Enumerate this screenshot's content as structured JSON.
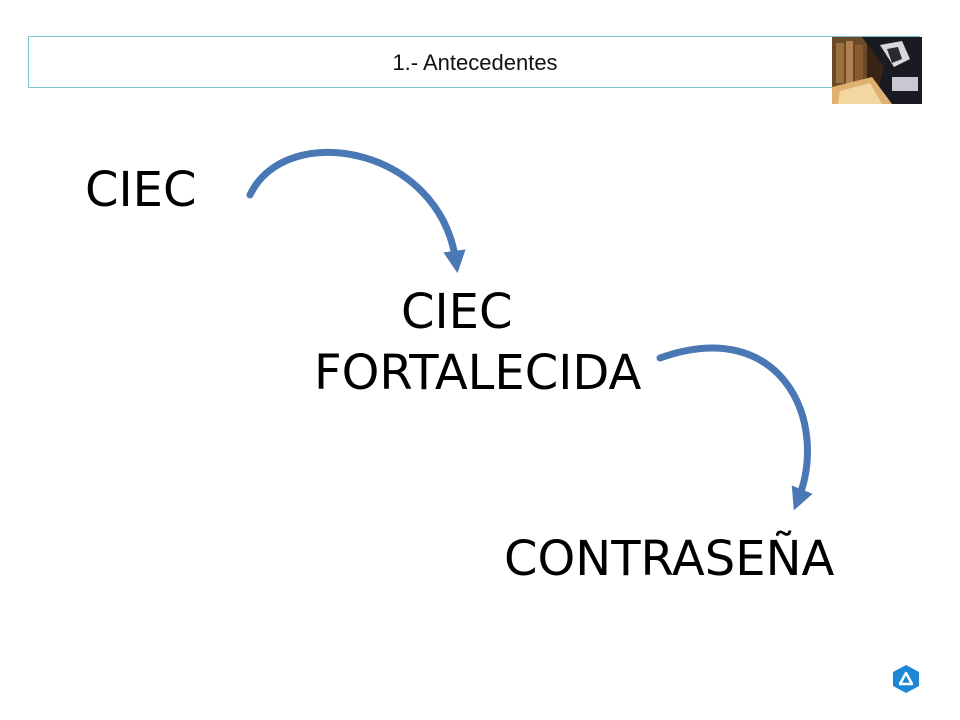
{
  "header": {
    "title": "1.- Antecedentes"
  },
  "diagram": {
    "nodes": [
      {
        "id": "n1",
        "line1": "CIEC"
      },
      {
        "id": "n2",
        "line1": "CIEC",
        "line2": "FORTALECIDA"
      },
      {
        "id": "n3",
        "line1": "CONTRASEÑA"
      }
    ],
    "edges": [
      {
        "from": "n1",
        "to": "n2"
      },
      {
        "from": "n2",
        "to": "n3"
      }
    ],
    "arrow_color": "#4a78b4"
  },
  "icons": {
    "header_photo": "professional-photo-icon",
    "logo": "company-logo-icon"
  }
}
